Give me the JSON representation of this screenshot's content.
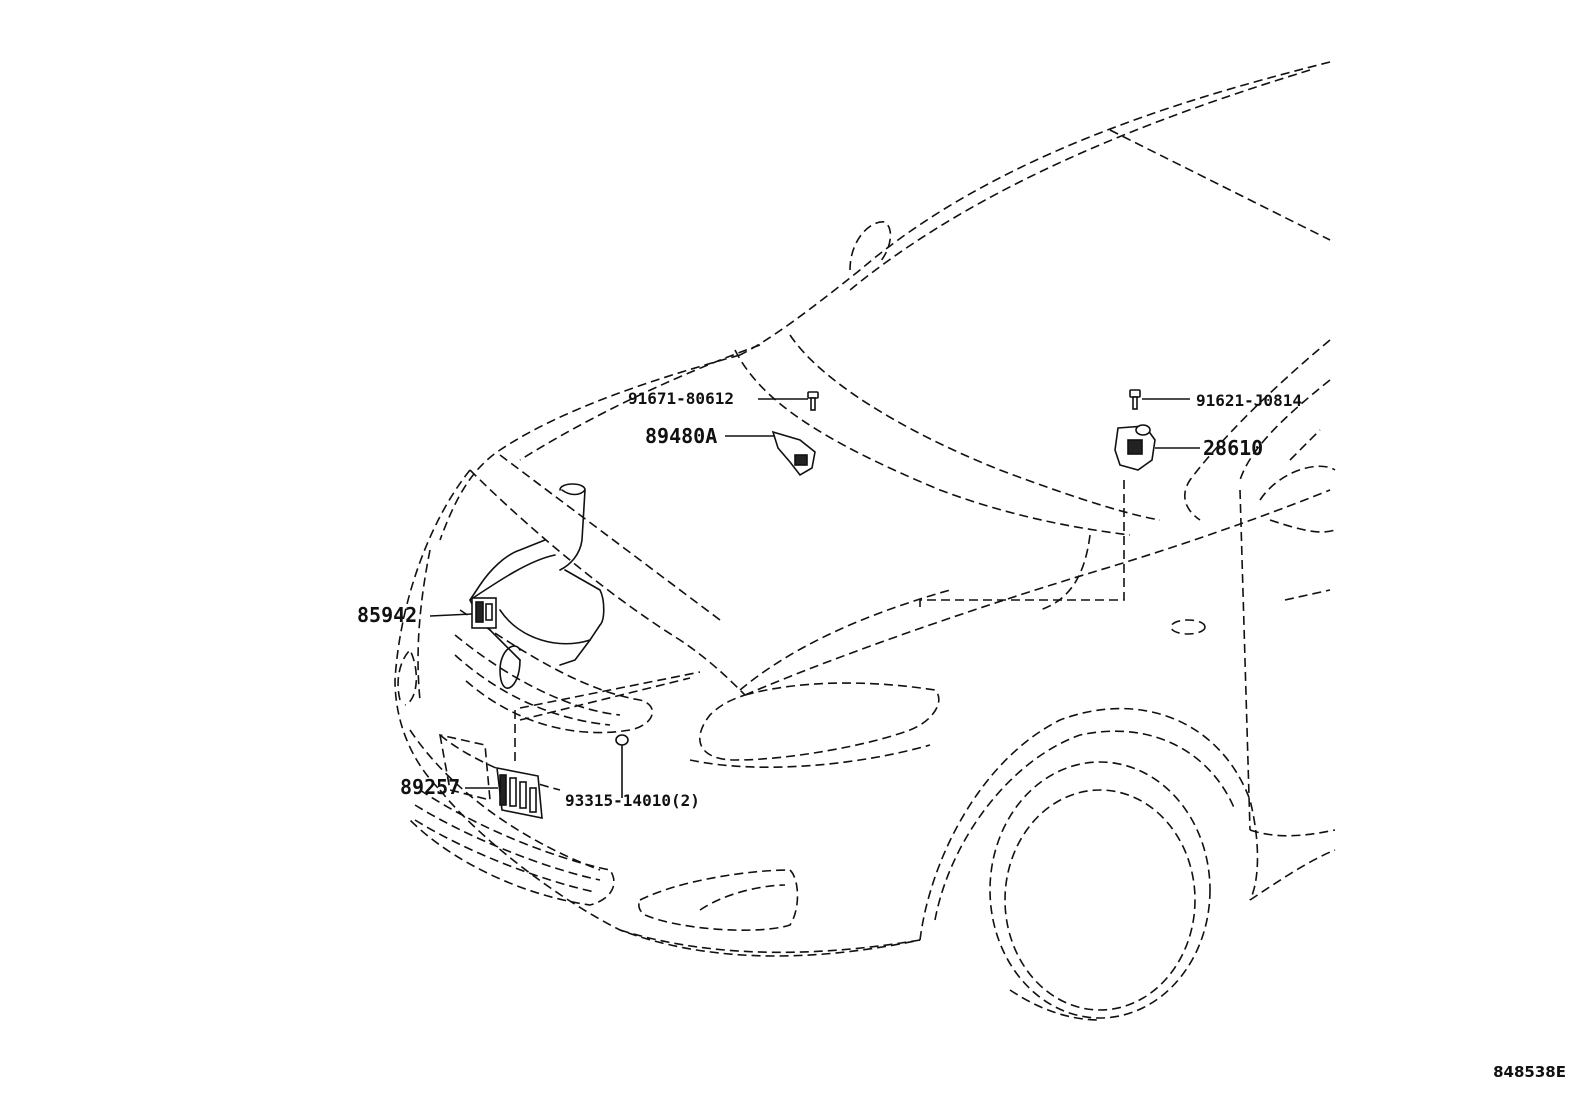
{
  "diagram": {
    "figure_code": "848538E",
    "callouts": [
      {
        "id": "c1",
        "text": "91671-80612"
      },
      {
        "id": "c2",
        "text": "89480A"
      },
      {
        "id": "c3",
        "text": "91621-J0814"
      },
      {
        "id": "c4",
        "text": "28610"
      },
      {
        "id": "c5",
        "text": "85942"
      },
      {
        "id": "c6",
        "text": "89257"
      },
      {
        "id": "c7",
        "text": "93315-14010(2)"
      }
    ]
  }
}
